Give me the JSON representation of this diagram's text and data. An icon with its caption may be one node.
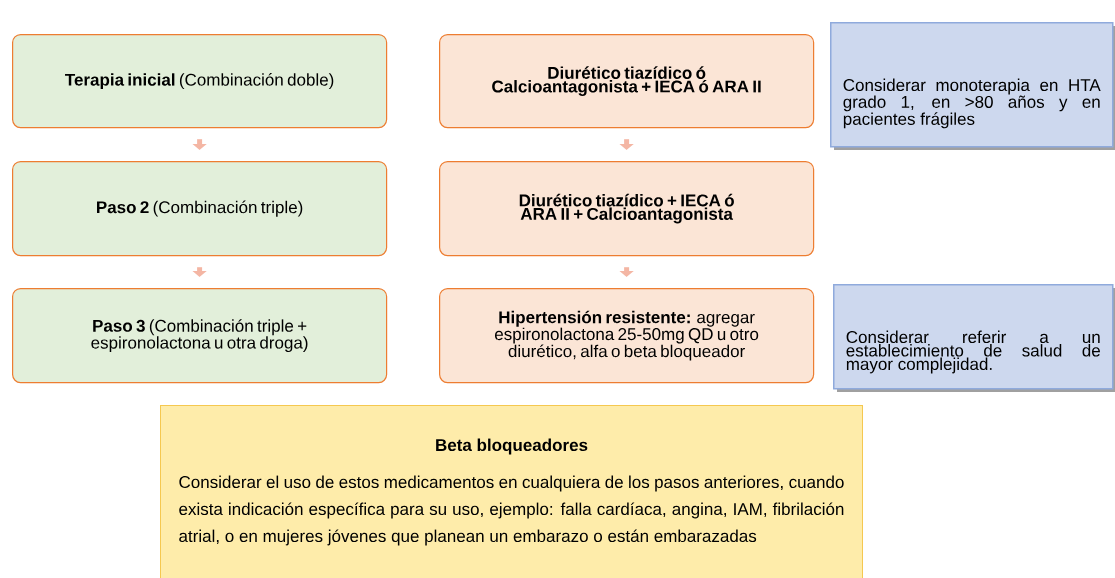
{
  "diagram": {
    "nodes": [
      {
        "text": [
          "**Terapia inicial** (Combinación doble)"
        ]
      },
      {
        "text": [
          "**Paso 2** (Combinación triple)"
        ]
      },
      {
        "text": [
          "**Paso 3** (Combinación triple + espironolactona u otra droga)"
        ]
      },
      {
        "text": [
          "Diurético tiazídico ó Calcioantagonista + IECA ó ARA II"
        ]
      },
      {
        "text": [
          "Diurético tiazídico + IECA ó ARA II + Calcioantagonista"
        ]
      },
      {
        "text": [
          "**Hipertensión resistente:** agregar espironolactona 25-50mg QD u otro diurético, alfa o beta bloqueador"
        ]
      },
      {
        "text": [
          "Considerar monoterapia en HTA grado 1, en >80 años y en pacientes frágiles"
        ]
      },
      {
        "text": [
          "Considerar referir a un establecimiento de salud de mayor complejidad."
        ]
      },
      {
        "text": [
          "Beta bloqueadores",
          "Considerar el uso de estos medicamentos en cualquiera de los pasos anteriores, cuando exista indicación específica para su uso, ejemplo: falla cardíaca, angina, IAM, fibrilación atrial, o en mujeres jóvenes que planean un embarazo o están embarazadas"
        ]
      }
    ],
    "edges": [
      {
        "from": 0,
        "to": 1,
        "arrow": "to"
      },
      {
        "from": 1,
        "to": 2,
        "arrow": "to"
      },
      {
        "from": 3,
        "to": 4,
        "arrow": "to"
      },
      {
        "from": 4,
        "to": 5,
        "arrow": "to"
      }
    ]
  }
}
